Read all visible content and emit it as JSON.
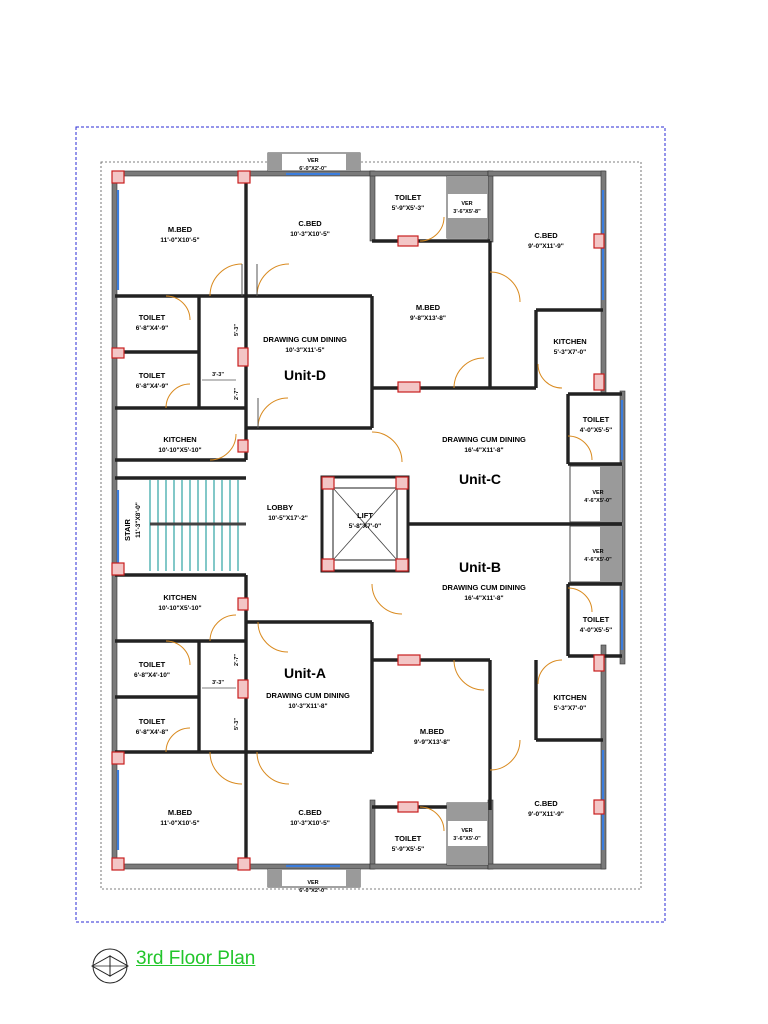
{
  "plan_title": "3rd Floor Plan",
  "units": [
    "Unit-A",
    "Unit-B",
    "Unit-C",
    "Unit-D"
  ],
  "rooms": {
    "d_mbed": {
      "name": "M.BED",
      "dim": "11'-0\"X10'-5\""
    },
    "d_cbed": {
      "name": "C.BED",
      "dim": "10'-3\"X10'-5\""
    },
    "d_toilet1": {
      "name": "TOILET",
      "dim": "6'-8\"X4'-9\""
    },
    "d_toilet2": {
      "name": "TOILET",
      "dim": "6'-8\"X4'-9\""
    },
    "d_kitchen": {
      "name": "KITCHEN",
      "dim": "10'-10\"X5'-10\""
    },
    "d_dining": {
      "name": "DRAWING CUM DINING",
      "dim": "10'-3\"X11'-5\""
    },
    "c_toilet_top": {
      "name": "TOILET",
      "dim": "5'-9\"X5'-3\""
    },
    "c_mbed": {
      "name": "M.BED",
      "dim": "9'-8\"X13'-8\""
    },
    "c_cbed": {
      "name": "C.BED",
      "dim": "9'-0\"X11'-9\""
    },
    "c_kitchen": {
      "name": "KITCHEN",
      "dim": "5'-3\"X7'-0\""
    },
    "c_toilet_side": {
      "name": "TOILET",
      "dim": "4'-0\"X5'-5\""
    },
    "c_dining": {
      "name": "DRAWING CUM DINING",
      "dim": "16'-4\"X11'-8\""
    },
    "lobby": {
      "name": "LOBBY",
      "dim": "10'-5\"X17'-2\""
    },
    "lift": {
      "name": "LIFT",
      "dim": "5'-8\"X7'-0\""
    },
    "stair": {
      "name": "STAIR",
      "dim": "11'-3\"X8'-0\""
    },
    "b_dining": {
      "name": "DRAWING CUM DINING",
      "dim": "16'-4\"X11'-8\""
    },
    "b_toilet_side": {
      "name": "TOILET",
      "dim": "4'-0\"X5'-5\""
    },
    "b_kitchen": {
      "name": "KITCHEN",
      "dim": "5'-3\"X7'-0\""
    },
    "b_mbed": {
      "name": "M.BED",
      "dim": "9'-9\"X13'-8\""
    },
    "b_cbed": {
      "name": "C.BED",
      "dim": "9'-0\"X11'-9\""
    },
    "b_toilet_bot": {
      "name": "TOILET",
      "dim": "5'-9\"X5'-5\""
    },
    "a_kitchen": {
      "name": "KITCHEN",
      "dim": "10'-10\"X5'-10\""
    },
    "a_toilet1": {
      "name": "TOILET",
      "dim": "6'-8\"X4'-10\""
    },
    "a_toilet2": {
      "name": "TOILET",
      "dim": "6'-8\"X4'-8\""
    },
    "a_dining": {
      "name": "DRAWING CUM DINING",
      "dim": "10'-3\"X11'-8\""
    },
    "a_mbed": {
      "name": "M.BED",
      "dim": "11'-0\"X10'-5\""
    },
    "a_cbed": {
      "name": "C.BED",
      "dim": "10'-3\"X10'-5\""
    }
  },
  "vers": {
    "top": {
      "name": "VER",
      "dim": "6'-0\"X2'-0\""
    },
    "top_small": {
      "name": "VER",
      "dim": "3'-6\"X5'-8\""
    },
    "right_upper": {
      "name": "VER",
      "dim": "4'-6\"X5'-0\""
    },
    "right_lower": {
      "name": "VER",
      "dim": "4'-6\"X5'-0\""
    },
    "bottom_small": {
      "name": "VER",
      "dim": "3'-6\"X5'-0\""
    },
    "bottom": {
      "name": "VER",
      "dim": "6'-0\"X2'-0\""
    }
  },
  "dimensions": {
    "d_passage_w": "3'-3\"",
    "d_pass_top": "5'-3\"",
    "d_pass_bot": "2'-7\"",
    "a_passage_w": "3'-3\"",
    "a_pass_top": "2'-7\"",
    "a_pass_bot": "5'-3\""
  },
  "colors": {
    "drawing_border": "#2b2bd6",
    "wall": "#7a7a7a",
    "column": "#c81e1e",
    "window": "#3b7ddd",
    "door_swing": "#d98a1f",
    "stair": "#2fa4a4",
    "title": "#22c52b"
  }
}
